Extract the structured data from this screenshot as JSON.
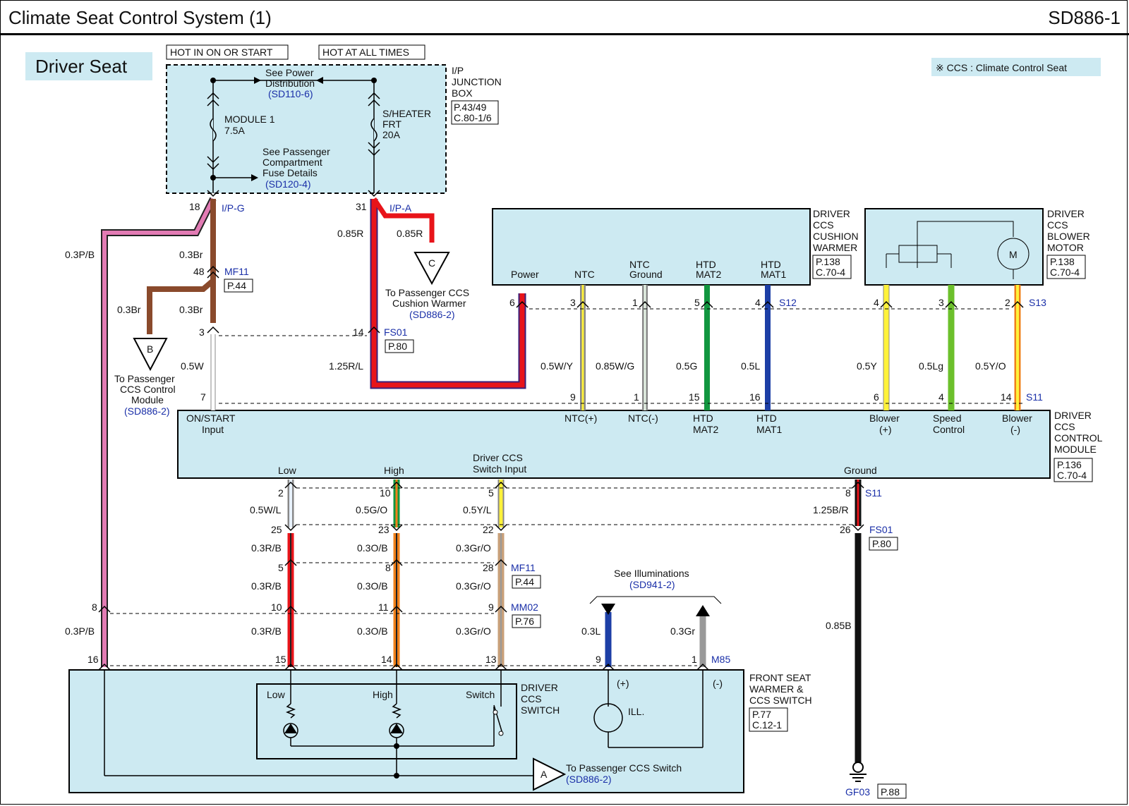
{
  "header": {
    "title": "Climate Seat Control System (1)",
    "code": "SD886-1"
  },
  "section_label": "Driver Seat",
  "legend_note": "※ CCS : Climate Control Seat",
  "junction_box": {
    "hot_on_start": "HOT IN ON OR START",
    "hot_all_times": "HOT AT ALL TIMES",
    "name": [
      "I/P",
      "JUNCTION",
      "BOX"
    ],
    "ref": [
      "P.43/49",
      "C.80-1/6"
    ],
    "see_power": [
      "See Power",
      "Distribution"
    ],
    "see_power_ref": "(SD110-6)",
    "fuse1": [
      "MODULE 1",
      "7.5A"
    ],
    "fuse2": [
      "S/HEATER",
      "FRT",
      "20A"
    ],
    "see_pass": [
      "See Passenger",
      "Compartment",
      "Fuse Details"
    ],
    "see_pass_ref": "(SD120-4)"
  },
  "cushion_warmer": {
    "name": [
      "DRIVER",
      "CCS",
      "CUSHION",
      "WARMER"
    ],
    "ref": [
      "P.138",
      "C.70-4"
    ],
    "pins": [
      "Power",
      "NTC",
      "NTC",
      "Ground",
      "HTD",
      "MAT2",
      "HTD",
      "MAT1"
    ]
  },
  "blower_motor": {
    "name": [
      "DRIVER",
      "CCS",
      "BLOWER",
      "MOTOR"
    ],
    "ref": [
      "P.138",
      "C.70-4"
    ],
    "motor": "M"
  },
  "control_module": {
    "name": [
      "DRIVER",
      "CCS",
      "CONTROL",
      "MODULE"
    ],
    "ref": [
      "P.136",
      "C.70-4"
    ],
    "on_start": [
      "ON/START",
      "Input"
    ],
    "ntc_plus": "NTC(+)",
    "ntc_minus": "NTC(-)",
    "htd_mat2": [
      "HTD",
      "MAT2"
    ],
    "htd_mat1": [
      "HTD",
      "MAT1"
    ],
    "blower_plus": [
      "Blower",
      "(+)"
    ],
    "speed": [
      "Speed",
      "Control"
    ],
    "blower_minus": [
      "Blower",
      "(-)"
    ],
    "low": "Low",
    "high": "High",
    "switch_input": [
      "Driver CCS",
      "Switch Input"
    ],
    "ground": "Ground"
  },
  "front_switch": {
    "name": [
      "FRONT SEAT",
      "WARMER &",
      "CCS SWITCH"
    ],
    "ref": [
      "P.77",
      "C.12-1"
    ],
    "inner_name": [
      "DRIVER",
      "CCS",
      "SWITCH"
    ],
    "low": "Low",
    "high": "High",
    "switch": "Switch",
    "ill": "ILL.",
    "plus": "(+)",
    "minus": "(-)"
  },
  "offpage": {
    "c_text": [
      "To Passenger CCS",
      "Cushion Warmer"
    ],
    "c_ref": "(SD886-2)",
    "c_letter": "C",
    "b_text": [
      "To Passenger",
      "CCS Control",
      "Module"
    ],
    "b_ref": "(SD886-2)",
    "b_letter": "B",
    "a_text": "To Passenger CCS Switch",
    "a_ref": "(SD886-2)",
    "a_letter": "A"
  },
  "illum": {
    "text": "See Illuminations",
    "ref": "(SD941-2)"
  },
  "connectors": {
    "ipg": "I/P-G",
    "ipa": "I/P-A",
    "mf11": "MF11",
    "mf11_ref": "P.44",
    "fs01": "FS01",
    "fs01_ref": "P.80",
    "s12": "S12",
    "s13": "S13",
    "s11": "S11",
    "mm02": "MM02",
    "mm02_ref": "P.76",
    "m85": "M85",
    "gf03": "GF03",
    "gf03_ref": "P.88"
  },
  "wires": {
    "w_03PB": "0.3P/B",
    "w_03Br": "0.3Br",
    "w_085R": "0.85R",
    "w_05W": "0.5W",
    "w_125RL": "1.25R/L",
    "w_05WY": "0.5W/Y",
    "w_085WG": "0.85W/G",
    "w_05G": "0.5G",
    "w_05L": "0.5L",
    "w_05Y": "0.5Y",
    "w_05Lg": "0.5Lg",
    "w_05YO": "0.5Y/O",
    "w_05WL": "0.5W/L",
    "w_05GO": "0.5G/O",
    "w_05YL": "0.5Y/L",
    "w_125BR": "1.25B/R",
    "w_03RB": "0.3R/B",
    "w_03OB": "0.3O/B",
    "w_03GrO": "0.3Gr/O",
    "w_085B": "0.85B",
    "w_03L": "0.3L",
    "w_03Gr": "0.3Gr"
  },
  "pins": {
    "p18": "18",
    "p31": "31",
    "p48": "48",
    "p3": "3",
    "p14": "14",
    "p7": "7",
    "p6": "6",
    "p1": "1",
    "p5": "5",
    "p4": "4",
    "p2": "2",
    "p9": "9",
    "p15": "15",
    "p16": "16",
    "p10": "10",
    "p8": "8",
    "p25": "25",
    "p23": "23",
    "p22": "22",
    "p26": "26",
    "p28": "28",
    "p11": "11",
    "p13": "13"
  },
  "colors": {
    "box_fill": "#cdeaf2",
    "pink": "#e27bb4",
    "brown": "#8a4a2c",
    "red": "#e8141a",
    "yellow": "#fff23a",
    "green": "#11963f",
    "blue": "#1d3fa6",
    "lime": "#6cc02c",
    "orange": "#f0801a",
    "tan": "#c8a07a",
    "black": "#111111",
    "gray": "#999999"
  }
}
